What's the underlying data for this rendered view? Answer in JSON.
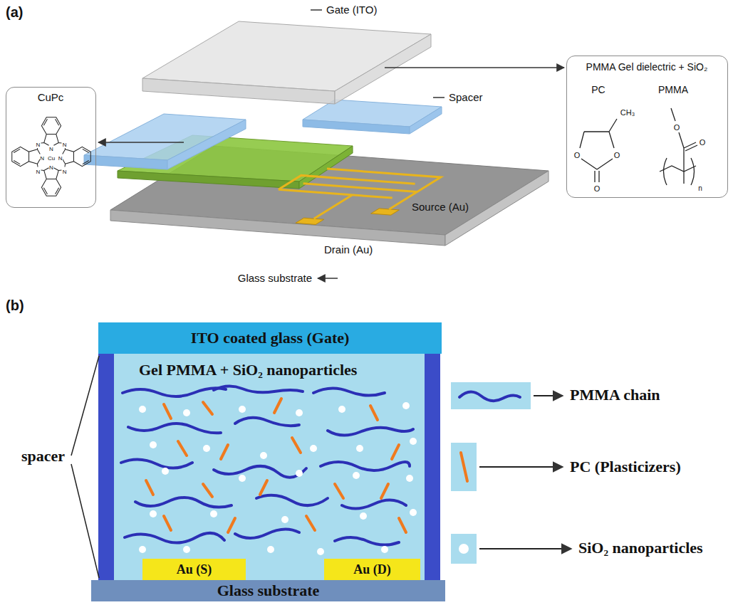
{
  "diagram": {
    "nodes": [
      {
        "text": [
          "CuPc"
        ]
      },
      {
        "text": [
          "PMMA Gel dielectric + SiO₂",
          "PC",
          "PMMA"
        ]
      },
      {
        "text": [
          "ITO coated glass (Gate)"
        ]
      },
      {
        "text": [
          "Gel PMMA + SiO₂ nanoparticles"
        ]
      },
      {
        "text": [
          "Au (S)"
        ],
        "in": 3
      },
      {
        "text": [
          "Au (D)"
        ],
        "in": 3
      },
      {
        "text": [
          "Glass substrate"
        ]
      }
    ],
    "labels": [
      "(a)",
      "Gate (ITO)",
      "Spacer",
      "N",
      "N",
      "N",
      "N",
      "N",
      "N",
      "N",
      "N",
      "Cu",
      "CH₃",
      "O",
      "O",
      "O",
      "O",
      "O",
      "n",
      "Source (Au)",
      "Drain (Au)",
      "Glass substrate",
      "(b)",
      "spacer"
    ],
    "legend": [
      {
        "text": "PMMA chain"
      },
      {
        "text": "PC (Plasticizers)"
      },
      {
        "text": "SiO₂ nanoparticles"
      }
    ]
  }
}
